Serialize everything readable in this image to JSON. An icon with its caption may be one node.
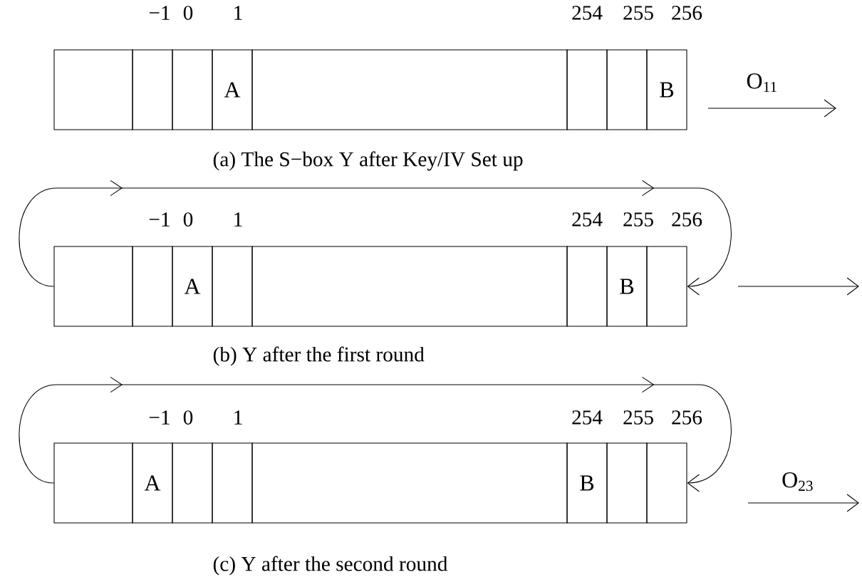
{
  "diagram": {
    "nodes": [
      {
        "text": [],
        "shape": "box"
      },
      {
        "text": [],
        "shape": "box"
      },
      {
        "text": [],
        "shape": "box"
      },
      {
        "text": [
          "A"
        ]
      },
      {
        "text": [],
        "shape": "box"
      },
      {
        "text": [],
        "shape": "box"
      },
      {
        "text": [],
        "shape": "box"
      },
      {
        "text": [
          "B"
        ]
      },
      {
        "text": [],
        "shape": "box"
      },
      {
        "text": [],
        "shape": "box"
      },
      {
        "text": [
          "A"
        ]
      },
      {
        "text": [],
        "shape": "box"
      },
      {
        "text": [],
        "shape": "box"
      },
      {
        "text": [],
        "shape": "box"
      },
      {
        "text": [
          "B"
        ]
      },
      {
        "text": [],
        "shape": "box"
      },
      {
        "text": [],
        "shape": "box"
      },
      {
        "text": [
          "A"
        ]
      },
      {
        "text": [],
        "shape": "box"
      },
      {
        "text": [],
        "shape": "box"
      },
      {
        "text": [],
        "shape": "box"
      },
      {
        "text": [
          "B"
        ]
      },
      {
        "text": [],
        "shape": "box"
      },
      {
        "text": [],
        "shape": "box"
      }
    ],
    "edges": [
      {
        "from": 8,
        "to": 15,
        "arrow": "to"
      },
      {
        "from": 16,
        "to": 23,
        "arrow": "to"
      }
    ],
    "labels": [
      "−1",
      "0",
      "1",
      "254",
      "255",
      "256",
      "O$_{11}$",
      "(a) The S−box Y after Key/IV Set up",
      "−1",
      "0",
      "1",
      "254",
      "255",
      "256",
      "(b) Y after the first round",
      "−1",
      "0",
      "1",
      "254",
      "255",
      "256",
      "O$_{23}$",
      "(c) Y after the second round"
    ]
  }
}
